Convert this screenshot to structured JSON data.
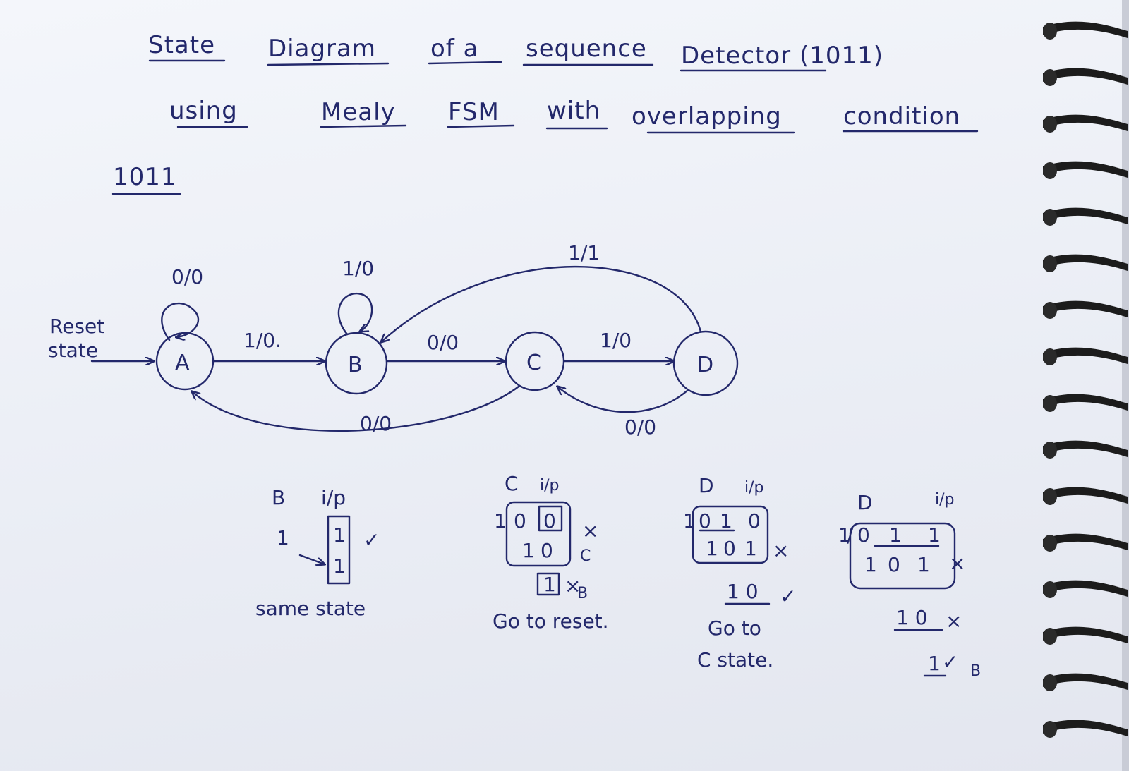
{
  "title": {
    "line1": [
      "State",
      "Diagram",
      "of a",
      "sequence",
      "Detector (1011)"
    ],
    "line2": [
      "using",
      "Mealy",
      "FSM",
      "with",
      "overlapping",
      "condition"
    ]
  },
  "sequence": "1011",
  "reset_label": [
    "Reset",
    "state"
  ],
  "states": [
    "A",
    "B",
    "C",
    "D"
  ],
  "transitions": {
    "a_self": "0/0",
    "a_to_b": "1/0.",
    "b_self": "1/0",
    "b_to_c": "0/0",
    "c_to_d": "1/0",
    "d_to_b": "1/1",
    "c_to_a": "0/0",
    "d_to_c": "0/0"
  },
  "analysis": {
    "b": {
      "header": [
        "B",
        "i/p"
      ],
      "input": "1",
      "box": [
        "1",
        "1"
      ],
      "mark": "✓",
      "note": "same state"
    },
    "c": {
      "header": [
        "C",
        "i/p"
      ],
      "rows": [
        [
          "1",
          "0",
          "0"
        ],
        [
          "1",
          "0"
        ]
      ],
      "marks": [
        "×",
        "C"
      ],
      "box_last": "1",
      "mark_last": "×",
      "sub_last": "B",
      "note": "Go to reset."
    },
    "d1": {
      "header": [
        "D",
        "i/p"
      ],
      "rows": [
        [
          "1",
          "0",
          "1",
          "0"
        ],
        [
          "1",
          "0",
          "1"
        ]
      ],
      "mark_row": "×",
      "last": "1 0",
      "mark_last": "✓",
      "note": [
        "Go to",
        "C state."
      ]
    },
    "d2": {
      "header": [
        "D",
        "i/p"
      ],
      "rows": [
        [
          "1",
          "/",
          "0",
          "1",
          "1"
        ],
        [
          "1",
          "0",
          "1"
        ]
      ],
      "mark_row": "×",
      "line3": "1 0",
      "mark3": "×",
      "line4": "1",
      "mark4": "✓",
      "sub4": "B"
    }
  }
}
